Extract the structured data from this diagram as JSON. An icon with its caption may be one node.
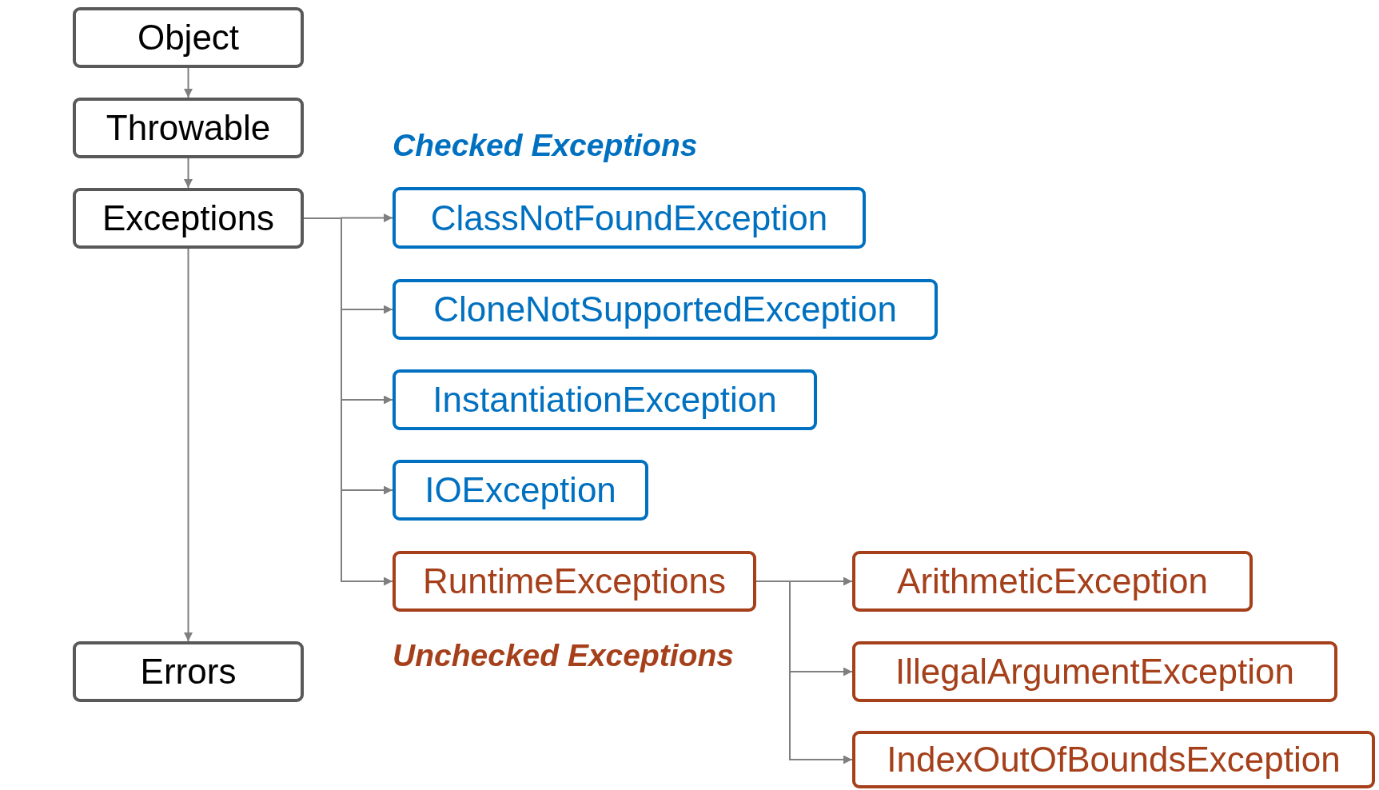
{
  "diagram": {
    "nodes": [
      {
        "text": [
          "Object"
        ]
      },
      {
        "text": [
          "Throwable"
        ]
      },
      {
        "text": [
          "Exceptions"
        ]
      },
      {
        "text": [
          "ClassNotFoundException"
        ]
      },
      {
        "text": [
          "CloneNotSupportedException"
        ]
      },
      {
        "text": [
          "InstantiationException"
        ]
      },
      {
        "text": [
          "IOException"
        ]
      },
      {
        "text": [
          "RuntimeExceptions"
        ]
      },
      {
        "text": [
          "ArithmeticException"
        ]
      },
      {
        "text": [
          "IllegalArgumentException"
        ]
      },
      {
        "text": [
          "IndexOutOfBoundsException"
        ]
      },
      {
        "text": [
          "Errors"
        ]
      }
    ],
    "edges": [
      {
        "from": 0,
        "to": 1,
        "arrow": "to"
      },
      {
        "from": 1,
        "to": 2,
        "arrow": "to"
      },
      {
        "from": 2,
        "to": 3,
        "arrow": "to"
      },
      {
        "from": 2,
        "to": 4,
        "arrow": "to"
      },
      {
        "from": 2,
        "to": 5,
        "arrow": "to"
      },
      {
        "from": 2,
        "to": 6,
        "arrow": "to"
      },
      {
        "from": 2,
        "to": 7,
        "arrow": "to"
      },
      {
        "from": 7,
        "to": 8,
        "arrow": "to"
      },
      {
        "from": 7,
        "to": 9,
        "arrow": "to"
      },
      {
        "from": 7,
        "to": 10,
        "arrow": "to"
      },
      {
        "from": 2,
        "to": 11,
        "arrow": "to"
      }
    ],
    "labels": [
      "Checked Exceptions",
      "Unchecked Exceptions"
    ]
  }
}
